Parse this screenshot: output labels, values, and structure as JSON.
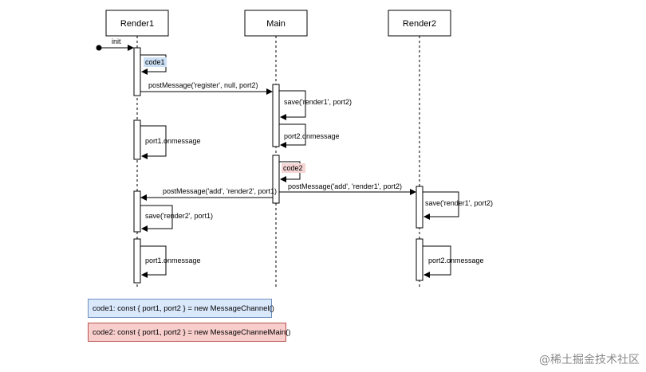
{
  "participants": [
    {
      "id": "render1",
      "label": "Render1"
    },
    {
      "id": "main",
      "label": "Main"
    },
    {
      "id": "render2",
      "label": "Render2"
    }
  ],
  "messages": {
    "init": "init",
    "code1": "code1",
    "post_register": "postMessage('register', null, port2)",
    "save_render1": "save('render1', port2)",
    "port2_onmessage_main": "port2.onmessage",
    "port1_onmessage_r1_a": "port1.onmessage",
    "code2": "code2",
    "post_add_render2": "postMessage('add', 'render2', port1)",
    "post_add_render1": "postMessage('add', 'render1', port2)",
    "save_render2_r1": "save('render2', port1)",
    "save_render1_r2": "save('render1', port2)",
    "port1_onmessage_r1_b": "port1.onmessage",
    "port2_onmessage_r2": "port2.onmessage"
  },
  "notes": {
    "code1": "code1:  const { port1, port2 } = new MessageChannel()",
    "code2": "code2:  const { port1, port2 } = new MessageChannelMain()"
  },
  "colors": {
    "code1_fill": "#dae8fc",
    "code1_highlight": "#cce0f5",
    "code2_fill": "#f8cecc",
    "code2_highlight": "#f5d4d4"
  },
  "watermark": "@稀土掘金技术社区"
}
